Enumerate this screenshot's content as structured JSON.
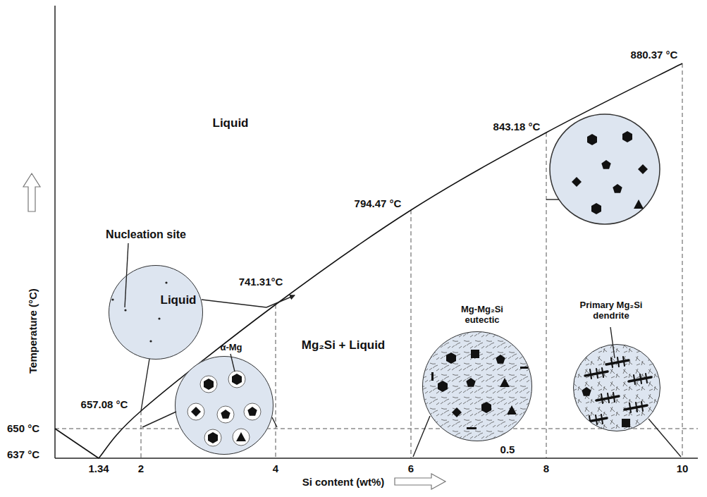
{
  "diagram": {
    "nodes": [
      {
        "text": [
          "Nucleation site",
          "Liquid"
        ]
      },
      {
        "text": [
          "α-Mg"
        ]
      },
      {
        "text": [
          "Mg-Mg₂Si eutectic"
        ]
      },
      {
        "text": [
          "Primary Mg₂Si dendrite"
        ]
      }
    ],
    "labels": [
      "880.37 °C",
      "Liquid",
      "843.18 °C",
      "794.47 °C",
      "741.31°C",
      "Mg₂Si + Liquid",
      "Temperature (°C)",
      "657.08 °C",
      "650 °C",
      "637 °C",
      "0.5",
      "1.34",
      "2",
      "4",
      "6",
      "8",
      "10",
      "Si content (wt%)"
    ]
  }
}
